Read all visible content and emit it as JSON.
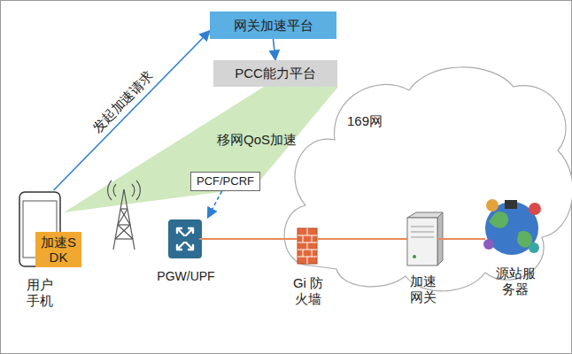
{
  "diagram": {
    "nodes": [
      {
        "text": [
          "网关加速平台"
        ]
      },
      {
        "text": [
          "PCC能力平台"
        ]
      },
      {
        "text": [
          "PCF/PCRF"
        ]
      },
      {
        "text": [
          "用户手机"
        ]
      },
      {
        "text": [
          "加速SDK"
        ],
        "in": 3
      },
      {
        "text": [
          "PGW/UPF"
        ]
      },
      {
        "text": [
          "Gi 防火墙"
        ]
      },
      {
        "text": [
          "169网"
        ]
      },
      {
        "text": [
          "加速网关"
        ],
        "in": 7
      },
      {
        "text": [
          "源站服务器"
        ]
      }
    ],
    "edges": [
      {
        "from": 3,
        "to": 0,
        "arrow": "to",
        "label": "发起加速请求"
      },
      {
        "from": 0,
        "to": 1,
        "arrow": "to"
      },
      {
        "from": 2,
        "to": 5,
        "arrow": "to"
      },
      {
        "from": 5,
        "to": 6,
        "arrow": "none"
      },
      {
        "from": 6,
        "to": 8,
        "arrow": "none"
      },
      {
        "from": 8,
        "to": 9,
        "arrow": "none"
      }
    ],
    "labels": [
      "移网QoS加速"
    ]
  }
}
